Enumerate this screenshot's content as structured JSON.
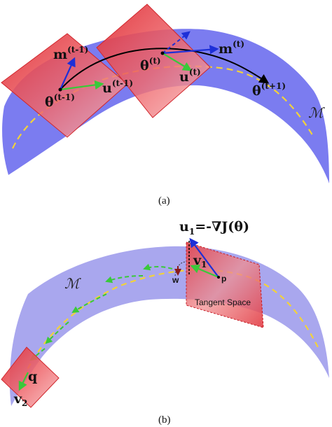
{
  "colors": {
    "manifold_a": "#7b7cf0",
    "manifold_b": "#a9a7ee",
    "plane_fill": "#e9474d",
    "plane_stroke": "#d0262c",
    "momentum": "#1d2fd8",
    "update": "#39c93a",
    "trajectory": "#000000",
    "path": "#f2d23a",
    "gradient": "#1d2fd8"
  },
  "panel_a": {
    "caption": "(a)",
    "manifold_label": "ℳ",
    "theta_prev": {
      "base": "θ",
      "sup": "(t-1)"
    },
    "theta_curr": {
      "base": "θ",
      "sup": "(t)"
    },
    "theta_next": {
      "base": "θ",
      "sup": "(t+1)"
    },
    "m_prev": {
      "base": "m",
      "sup": "(t-1)"
    },
    "u_prev": {
      "base": "u",
      "sup": "(t-1)"
    },
    "m_curr": {
      "base": "m",
      "sup": "(t)"
    },
    "u_curr": {
      "base": "u",
      "sup": "(t)"
    }
  },
  "panel_b": {
    "caption": "(b)",
    "manifold_label": "ℳ",
    "u1_base": "u",
    "u1_sub": "1",
    "u1_rhs": "=-∇J(θ)",
    "v1_base": "v",
    "v1_sub": "1",
    "w_label": "w",
    "p_label": "p",
    "tangent_label": "Tangent Space",
    "q_label": "q",
    "v2_base": "v",
    "v2_sub": "2"
  }
}
